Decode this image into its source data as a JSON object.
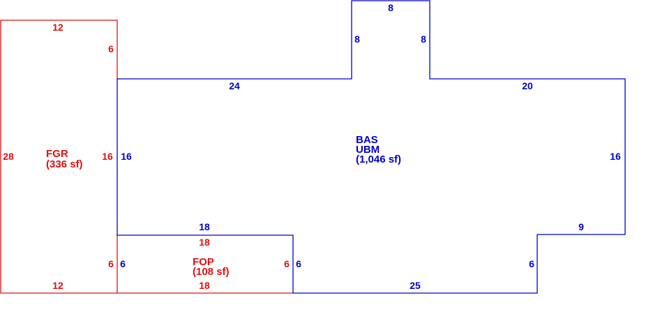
{
  "colors": {
    "main": "#0000cc",
    "garage": "#dd1111"
  },
  "main_area": {
    "lines": [
      "BAS",
      "UBM",
      "(1,046 sf)"
    ],
    "dims": {
      "top_left": "24",
      "bump_left": "8",
      "bump_top": "8",
      "bump_right": "8",
      "top_right": "20",
      "right": "16",
      "bottom_right": "9",
      "notch": "6",
      "bottom": "25",
      "porch_right": "6",
      "porch_top": "18",
      "porch_left": "6",
      "left": "16"
    }
  },
  "garage": {
    "lines": [
      "FGR",
      "(336 sf)"
    ],
    "dims": {
      "top": "12",
      "left": "28",
      "right_upper": "6",
      "right_mid": "16",
      "right_lower": "6",
      "bottom": "12"
    }
  },
  "porch": {
    "lines": [
      "FOP",
      "(108 sf)"
    ],
    "dims": {
      "top": "18",
      "bottom": "18",
      "left": "6",
      "right": "6"
    }
  }
}
